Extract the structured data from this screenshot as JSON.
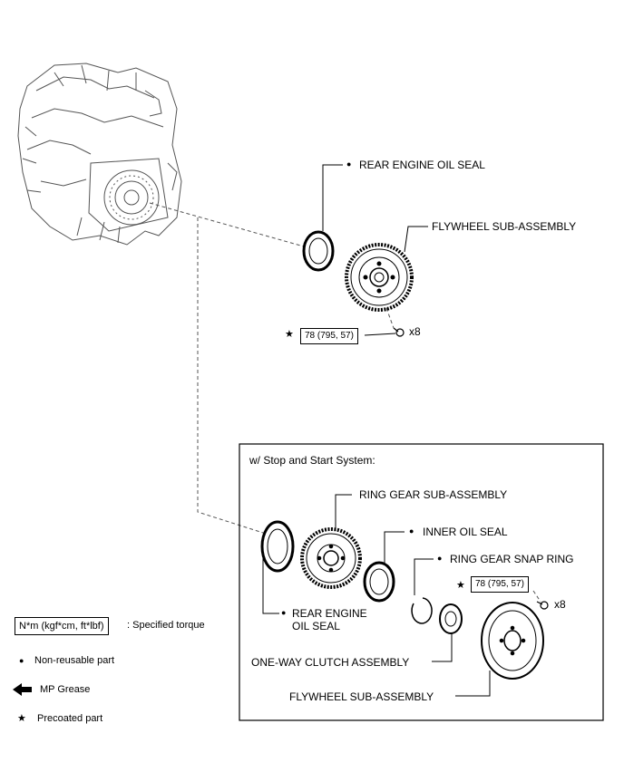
{
  "top": {
    "rear_engine_oil_seal": "REAR ENGINE OIL SEAL",
    "flywheel_sub_assembly": "FLYWHEEL SUB-ASSEMBLY",
    "torque_value": "78 (795, 57)",
    "bolt_count": "x8"
  },
  "stop_start": {
    "title": "w/ Stop and Start System:",
    "ring_gear_sub_assembly": "RING GEAR SUB-ASSEMBLY",
    "inner_oil_seal": "INNER OIL SEAL",
    "ring_gear_snap_ring": "RING GEAR SNAP RING",
    "rear_engine_oil_seal_line1": "REAR ENGINE",
    "rear_engine_oil_seal_line2": "OIL SEAL",
    "one_way_clutch_assembly": "ONE-WAY CLUTCH ASSEMBLY",
    "flywheel_sub_assembly": "FLYWHEEL SUB-ASSEMBLY",
    "torque_value": "78 (795, 57)",
    "bolt_count": "x8"
  },
  "legend": {
    "torque_unit": "N*m (kgf*cm, ft*lbf)",
    "specified_torque": ": Specified torque",
    "non_reusable": "Non-reusable part",
    "mp_grease": "MP Grease",
    "precoated": "Precoated part"
  },
  "symbols": {
    "bullet": "●",
    "star": "★"
  }
}
